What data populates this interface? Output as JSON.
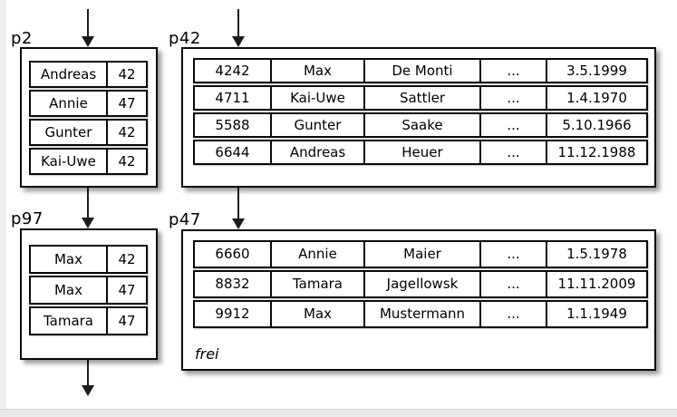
{
  "colors": {
    "background": "#ffffff",
    "border": "#0a0a0a",
    "text": "#000000",
    "edge_strip": "#eeeeee",
    "bottom_strip": "#eaeaea"
  },
  "pages": [
    {
      "label": "p2",
      "kind": "directory-page",
      "rows": [
        [
          "Andreas",
          "42"
        ],
        [
          "Annie",
          "47"
        ],
        [
          "Gunter",
          "42"
        ],
        [
          "Kai-Uwe",
          "42"
        ]
      ]
    },
    {
      "label": "p42",
      "kind": "data-page",
      "rows": [
        [
          "4242",
          "Max",
          "De Monti",
          "...",
          "3.5.1999"
        ],
        [
          "4711",
          "Kai-Uwe",
          "Sattler",
          "...",
          "1.4.1970"
        ],
        [
          "5588",
          "Gunter",
          "Saake",
          "...",
          "5.10.1966"
        ],
        [
          "6644",
          "Andreas",
          "Heuer",
          "...",
          "11.12.1988"
        ]
      ]
    },
    {
      "label": "p97",
      "kind": "directory-page",
      "rows": [
        [
          "Max",
          "42"
        ],
        [
          "Max",
          "47"
        ],
        [
          "Tamara",
          "47"
        ]
      ]
    },
    {
      "label": "p47",
      "kind": "data-page",
      "free_label": "frei",
      "rows": [
        [
          "6660",
          "Annie",
          "Maier",
          "...",
          "1.5.1978"
        ],
        [
          "8832",
          "Tamara",
          "Jagellowsk",
          "...",
          "11.11.2009"
        ],
        [
          "9912",
          "Max",
          "Mustermann",
          "...",
          "1.1.1949"
        ]
      ]
    }
  ],
  "arrows": [
    {
      "name": "arrow-top-into-p2",
      "direction": "down"
    },
    {
      "name": "arrow-top-into-p42",
      "direction": "down"
    },
    {
      "name": "arrow-p2-to-p97",
      "direction": "down"
    },
    {
      "name": "arrow-p42-to-p47",
      "direction": "down"
    },
    {
      "name": "arrow-out-of-p97",
      "direction": "down"
    }
  ]
}
